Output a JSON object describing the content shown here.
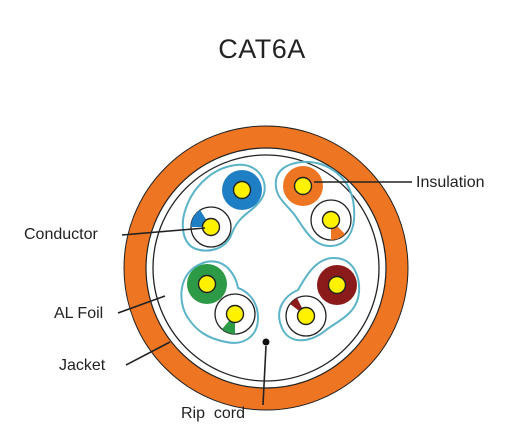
{
  "title": "CAT6A",
  "labels": {
    "insulation": "Insulation",
    "conductor": "Conductor",
    "al_foil": "AL Foil",
    "jacket": "Jacket",
    "rip_cord": "Rip  cord"
  },
  "colors": {
    "jacket": "#ee7623",
    "pair_outline": "#5bb3c8",
    "conductor": "#fff200",
    "blue": "#1f7fc4",
    "orange": "#ee7623",
    "green": "#2d9a47",
    "brown": "#8b1a1a",
    "line": "#222222"
  },
  "pairs": [
    {
      "name": "blue-pair",
      "solid": "blue",
      "striped": "blue"
    },
    {
      "name": "orange-pair",
      "solid": "orange",
      "striped": "orange"
    },
    {
      "name": "green-pair",
      "solid": "green",
      "striped": "green"
    },
    {
      "name": "brown-pair",
      "solid": "brown",
      "striped": "brown"
    }
  ]
}
